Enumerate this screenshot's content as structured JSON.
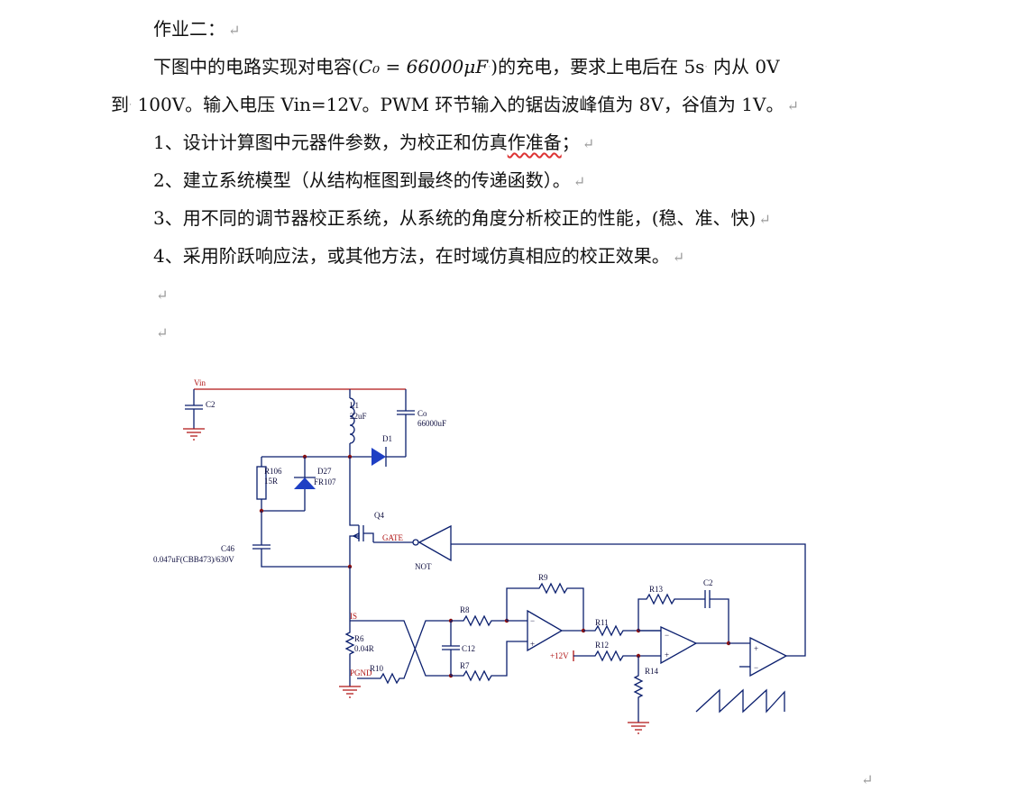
{
  "doc": {
    "heading": "作业二：",
    "para1_a": "下图中的电路实现对电容(",
    "para1_math": "C₀ = 66000μF",
    "para1_b": ")的充电，要求上电后在 5s",
    "para1_c": " 内从 0V",
    "para1_line2_a": "到",
    "para1_line2_b": " 100V。输入电压 Vin=12V。PWM 环节输入的锯齿波峰值为 8V，谷值为 1V。",
    "item1_a": "1、设计计算图中元器件参数，为校正和仿真",
    "item1_b": "作准备",
    "item1_c": "；",
    "item2": "2、建立系统模型（从结构框图到最终的传递函数）。",
    "item3": "3、用不同的调节器校正系统，从系统的角度分析校正的性能，(稳、准、快)",
    "item4": "4、采用阶跃响应法，或其他方法，在时域仿真相应的校正效果。",
    "para_mark": "↵",
    "space_mark": "·"
  },
  "schematic": {
    "vin": "Vin",
    "c2_top": "C2",
    "l1": "L1",
    "l1_val": "22uF",
    "co": "Co",
    "co_val": "66000uF",
    "d1": "D1",
    "r106": "R106",
    "r106_val": "15R",
    "d27": "D27",
    "d27_val": "FR107",
    "q4": "Q4",
    "gate": "GATE",
    "not": "NOT",
    "c46": "C46",
    "c46_val": "0.047uF(CBB473)/630V",
    "is": "IS",
    "r6": "R6",
    "r6_val": "0.04R",
    "pgnd": "PGND",
    "r10": "R10",
    "r8": "R8",
    "r7": "R7",
    "c12": "C12",
    "r9": "R9",
    "r11": "R11",
    "r12": "R12",
    "r13": "R13",
    "c2_fb": "C2",
    "r14": "R14",
    "v12": "+12V",
    "minus": "−",
    "plus": "+"
  }
}
